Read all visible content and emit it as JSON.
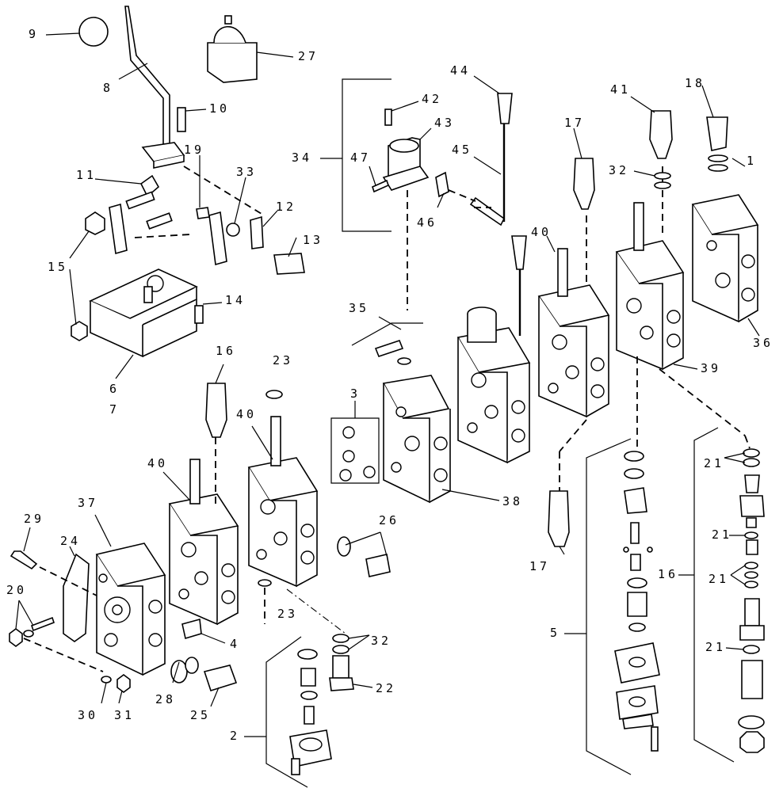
{
  "callouts": {
    "c1": "1",
    "c2": "2",
    "c3": "3",
    "c4": "4",
    "c5": "5",
    "c6": "6",
    "c7": "7",
    "c8": "8",
    "c9": "9",
    "c10": "10",
    "c11": "11",
    "c12": "12",
    "c13": "13",
    "c14": "14",
    "c15": "15",
    "c16a": "16",
    "c16b": "16",
    "c17a": "17",
    "c17b": "17",
    "c18": "18",
    "c19": "19",
    "c20": "20",
    "c21a": "21",
    "c21b": "21",
    "c21c": "21",
    "c21d": "21",
    "c22": "22",
    "c23a": "23",
    "c23b": "23",
    "c24": "24",
    "c25": "25",
    "c26": "26",
    "c27": "27",
    "c28": "28",
    "c29": "29",
    "c30": "30",
    "c31": "31",
    "c32a": "32",
    "c32b": "32",
    "c33": "33",
    "c34": "34",
    "c35": "35",
    "c36": "36",
    "c37": "37",
    "c38": "38",
    "c39": "39",
    "c40a": "40",
    "c40b": "40",
    "c40c": "40",
    "c41": "41",
    "c42": "42",
    "c43": "43",
    "c44": "44",
    "c45": "45",
    "c46": "46",
    "c47": "47"
  }
}
